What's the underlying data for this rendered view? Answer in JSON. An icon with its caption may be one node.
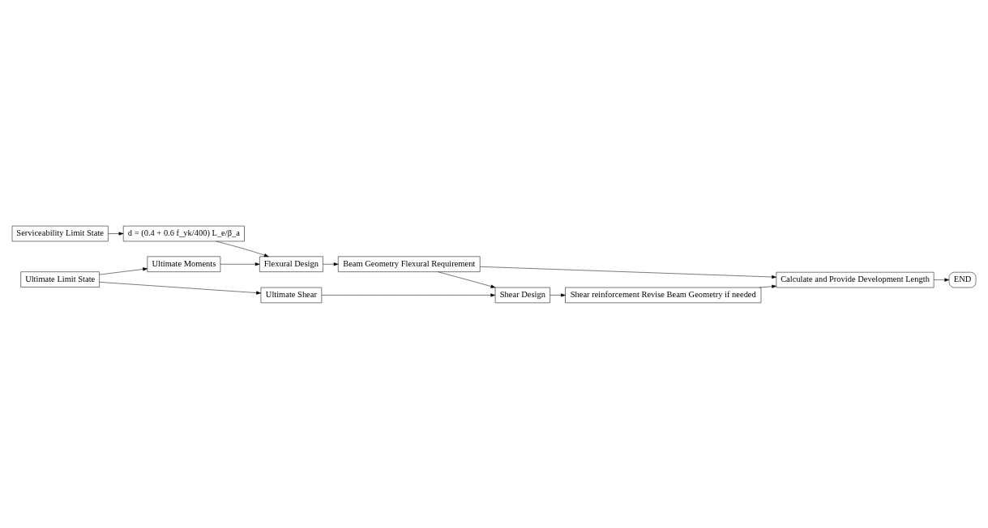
{
  "diagram": {
    "nodes": [
      {
        "text": [
          "Serviceability Limit State"
        ]
      },
      {
        "text": [
          "d = (0.4 + 0.6 f_yk/400) L_e/β_a"
        ]
      },
      {
        "text": [
          "Ultimate Limit State"
        ]
      },
      {
        "text": [
          "Ultimate Moments"
        ]
      },
      {
        "text": [
          "Flexural Design"
        ]
      },
      {
        "text": [
          "Beam Geometry Flexural Requirement"
        ]
      },
      {
        "text": [
          "Ultimate Shear"
        ]
      },
      {
        "text": [
          "Shear Design"
        ]
      },
      {
        "text": [
          "Calculate and Provide Development Length"
        ]
      },
      {
        "text": [
          "Shear reinforcement Revise Beam Geometry if needed"
        ]
      },
      {
        "text": [
          "END"
        ]
      }
    ],
    "edges": [
      {
        "from": 0,
        "to": 1,
        "arrow": "to"
      },
      {
        "from": 2,
        "to": 3,
        "arrow": "to"
      },
      {
        "from": 2,
        "to": 6,
        "arrow": "to"
      },
      {
        "from": 3,
        "to": 4,
        "arrow": "to"
      },
      {
        "from": 1,
        "to": 4,
        "arrow": "to"
      },
      {
        "from": 4,
        "to": 5,
        "arrow": "to"
      },
      {
        "from": 5,
        "to": 7,
        "arrow": "to"
      },
      {
        "from": 6,
        "to": 7,
        "arrow": "to"
      },
      {
        "from": 5,
        "to": 8,
        "arrow": "to"
      },
      {
        "from": 7,
        "to": 9,
        "arrow": "to"
      },
      {
        "from": 9,
        "to": 8,
        "arrow": "to"
      },
      {
        "from": 8,
        "to": 10,
        "arrow": "to"
      }
    ]
  }
}
